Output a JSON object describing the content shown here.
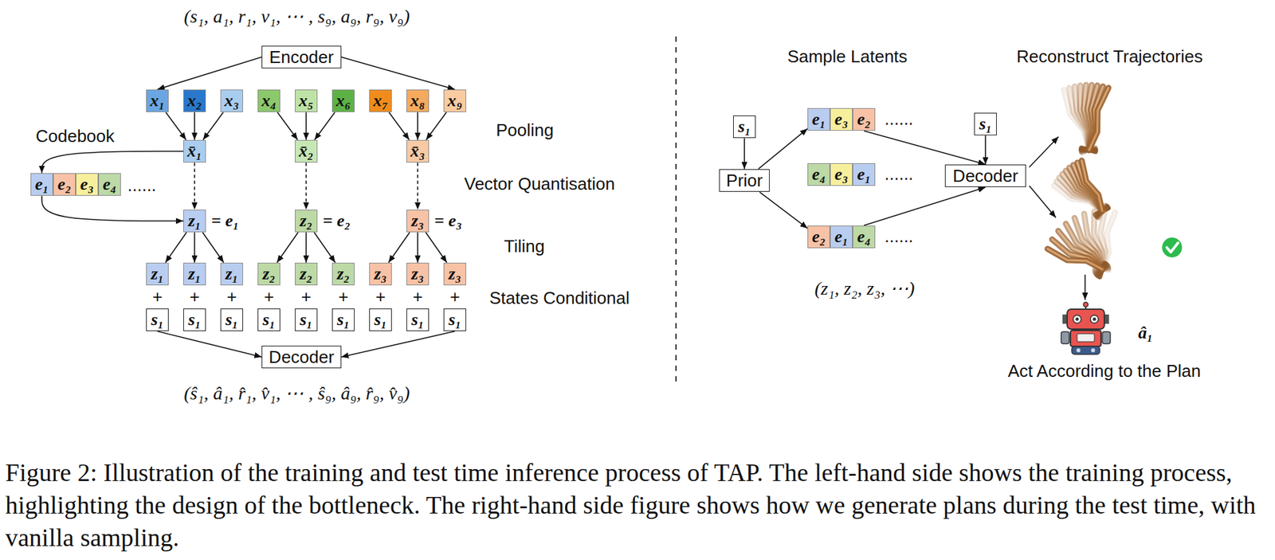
{
  "diagram": {
    "caption": "Figure 2: Illustration of the training and test time inference process of TAP. The left-hand side shows the training process, highlighting the design of the bottleneck. The right-hand side figure shows how we generate plans during the test time, with vanilla sampling.",
    "nodes": [
      {
        "text": [
          "Encoder"
        ]
      },
      {
        "text": [
          "x₁"
        ]
      },
      {
        "text": [
          "x₂"
        ]
      },
      {
        "text": [
          "x₃"
        ]
      },
      {
        "text": [
          "x₄"
        ]
      },
      {
        "text": [
          "x₅"
        ]
      },
      {
        "text": [
          "x₆"
        ]
      },
      {
        "text": [
          "x₇"
        ]
      },
      {
        "text": [
          "x₈"
        ]
      },
      {
        "text": [
          "x₉"
        ]
      },
      {
        "text": [
          "x̄₁"
        ]
      },
      {
        "text": [
          "x̄₂"
        ]
      },
      {
        "text": [
          "x̄₃"
        ]
      },
      {
        "text": [
          "e₁"
        ]
      },
      {
        "text": [
          "e₂"
        ]
      },
      {
        "text": [
          "e₃"
        ]
      },
      {
        "text": [
          "e₄"
        ]
      },
      {
        "text": [
          "z₁"
        ]
      },
      {
        "text": [
          "z₂"
        ]
      },
      {
        "text": [
          "z₃"
        ]
      },
      {
        "text": [
          "z₁"
        ]
      },
      {
        "text": [
          "z₁"
        ]
      },
      {
        "text": [
          "z₁"
        ]
      },
      {
        "text": [
          "z₂"
        ]
      },
      {
        "text": [
          "z₂"
        ]
      },
      {
        "text": [
          "z₂"
        ]
      },
      {
        "text": [
          "z₃"
        ]
      },
      {
        "text": [
          "z₃"
        ]
      },
      {
        "text": [
          "z₃"
        ]
      },
      {
        "text": [
          "s₁"
        ]
      },
      {
        "text": [
          "s₁"
        ]
      },
      {
        "text": [
          "s₁"
        ]
      },
      {
        "text": [
          "s₁"
        ]
      },
      {
        "text": [
          "s₁"
        ]
      },
      {
        "text": [
          "s₁"
        ]
      },
      {
        "text": [
          "s₁"
        ]
      },
      {
        "text": [
          "s₁"
        ]
      },
      {
        "text": [
          "s₁"
        ]
      },
      {
        "text": [
          "Decoder"
        ]
      },
      {
        "text": [
          "s₁"
        ]
      },
      {
        "text": [
          "Prior"
        ]
      },
      {
        "text": [
          "e₁"
        ]
      },
      {
        "text": [
          "e₃"
        ]
      },
      {
        "text": [
          "e₂"
        ]
      },
      {
        "text": [
          "e₄"
        ]
      },
      {
        "text": [
          "e₃"
        ]
      },
      {
        "text": [
          "e₁"
        ]
      },
      {
        "text": [
          "e₂"
        ]
      },
      {
        "text": [
          "e₁"
        ]
      },
      {
        "text": [
          "e₄"
        ]
      },
      {
        "text": [
          "s₁"
        ]
      },
      {
        "text": [
          "Decoder"
        ]
      }
    ],
    "edges": [
      {
        "from": 0,
        "to": 1,
        "arrow": "to"
      },
      {
        "from": 0,
        "to": 9,
        "arrow": "to"
      },
      {
        "from": 1,
        "to": 10,
        "arrow": "to"
      },
      {
        "from": 2,
        "to": 10,
        "arrow": "to"
      },
      {
        "from": 3,
        "to": 10,
        "arrow": "to"
      },
      {
        "from": 4,
        "to": 11,
        "arrow": "to"
      },
      {
        "from": 5,
        "to": 11,
        "arrow": "to"
      },
      {
        "from": 6,
        "to": 11,
        "arrow": "to"
      },
      {
        "from": 7,
        "to": 12,
        "arrow": "to"
      },
      {
        "from": 8,
        "to": 12,
        "arrow": "to"
      },
      {
        "from": 9,
        "to": 12,
        "arrow": "to"
      },
      {
        "from": 10,
        "to": 17,
        "arrow": "to"
      },
      {
        "from": 11,
        "to": 18,
        "arrow": "to"
      },
      {
        "from": 12,
        "to": 19,
        "arrow": "to"
      },
      {
        "from": 10,
        "to": 13,
        "arrow": "to"
      },
      {
        "from": 13,
        "to": 17,
        "arrow": "to"
      },
      {
        "from": 17,
        "to": 20,
        "arrow": "to"
      },
      {
        "from": 17,
        "to": 21,
        "arrow": "to"
      },
      {
        "from": 17,
        "to": 22,
        "arrow": "to"
      },
      {
        "from": 18,
        "to": 23,
        "arrow": "to"
      },
      {
        "from": 18,
        "to": 24,
        "arrow": "to"
      },
      {
        "from": 18,
        "to": 25,
        "arrow": "to"
      },
      {
        "from": 19,
        "to": 26,
        "arrow": "to"
      },
      {
        "from": 19,
        "to": 27,
        "arrow": "to"
      },
      {
        "from": 19,
        "to": 28,
        "arrow": "to"
      },
      {
        "from": 29,
        "to": 38,
        "arrow": "to"
      },
      {
        "from": 37,
        "to": 38,
        "arrow": "to"
      },
      {
        "from": 39,
        "to": 40,
        "arrow": "to"
      },
      {
        "from": 40,
        "to": 41,
        "arrow": "to"
      },
      {
        "from": 40,
        "to": 47,
        "arrow": "to"
      },
      {
        "from": 43,
        "to": 51,
        "arrow": "to"
      },
      {
        "from": 49,
        "to": 51,
        "arrow": "to"
      },
      {
        "from": 50,
        "to": 51,
        "arrow": "to"
      }
    ],
    "labels": [
      "(s₁, a₁, r₁, v₁, ⋯ , s₉, a₉, r₉, v₉)",
      "Pooling",
      "Codebook",
      "......",
      "Vector Quantisation",
      "= e₁",
      "= e₂",
      "= e₃",
      "Tiling",
      "+",
      "+",
      "+",
      "+",
      "+",
      "+",
      "+",
      "+",
      "+",
      "States Conditional",
      "(ŝ₁, â₁, r̂₁, v̂₁, ⋯ , ŝ₉, â₉, r̂₉, v̂₉)",
      "Sample Latents",
      "Reconstruct Trajectories",
      "......",
      "......",
      "......",
      "(z₁, z₂, z₃, ⋯)",
      "â₁",
      "Act According to the Plan"
    ]
  }
}
